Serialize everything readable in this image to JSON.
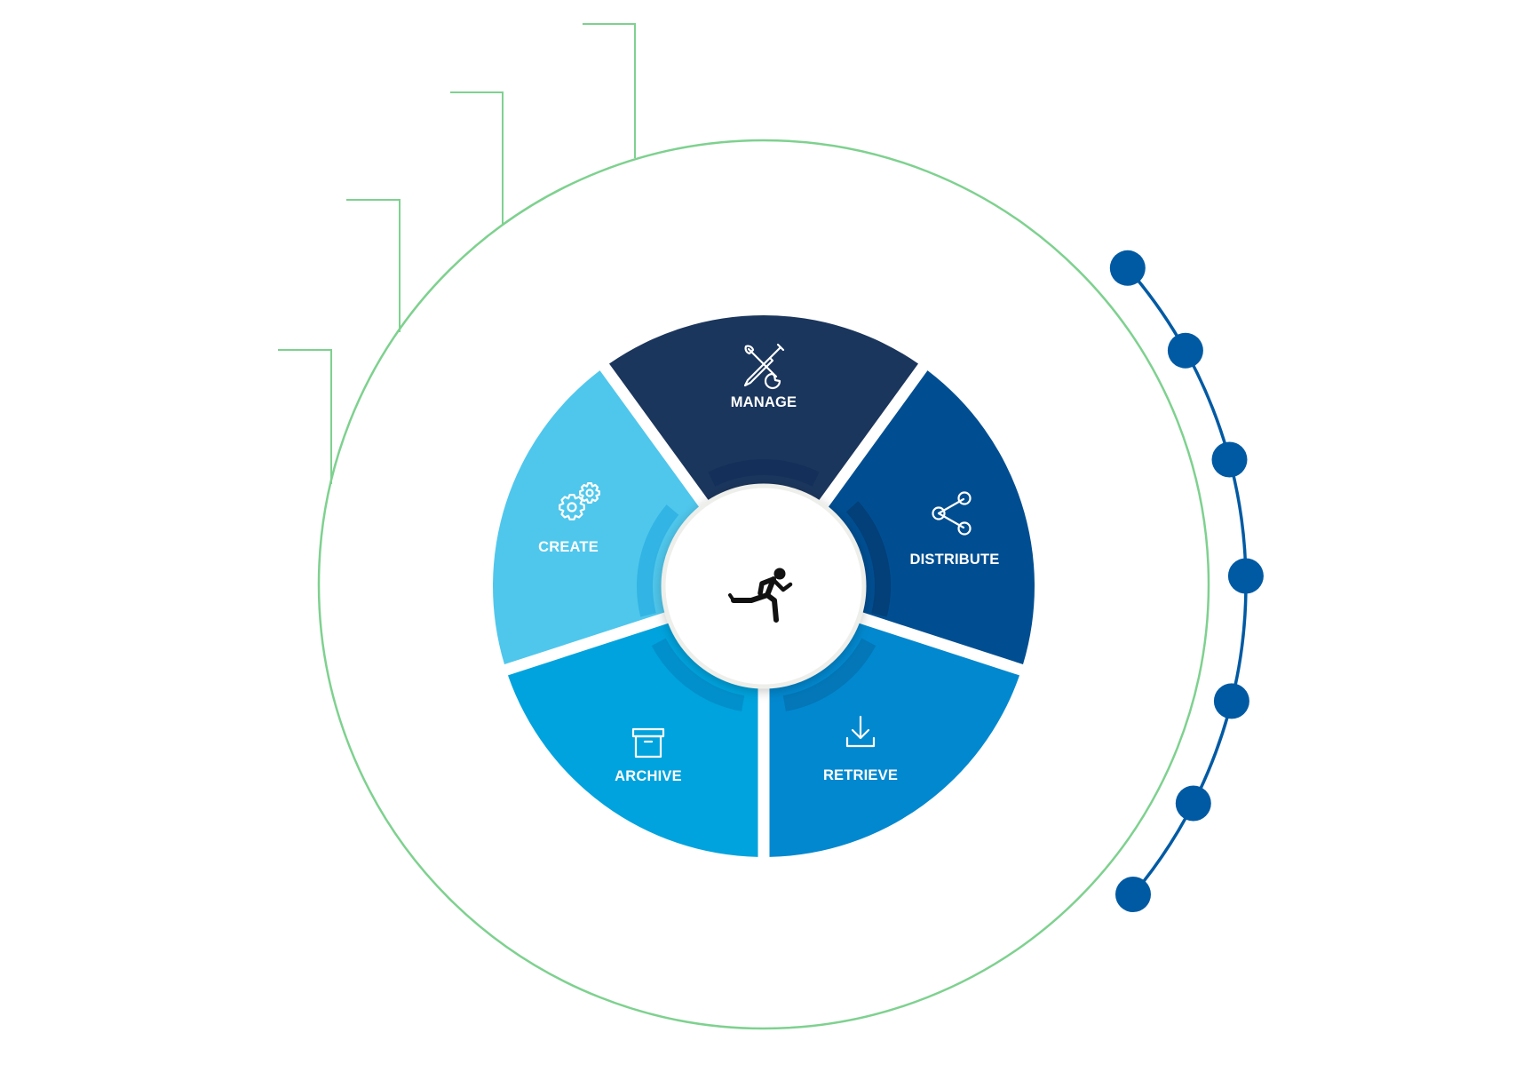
{
  "segments": [
    {
      "id": "manage",
      "label": "MANAGE",
      "icon": "tools-icon",
      "color": "#1b365d"
    },
    {
      "id": "distribute",
      "label": "DISTRIBUTE",
      "icon": "share-icon",
      "color": "#004e91"
    },
    {
      "id": "retrieve",
      "label": "RETRIEVE",
      "icon": "download-icon",
      "color": "#0288cf"
    },
    {
      "id": "archive",
      "label": "ARCHIVE",
      "icon": "archive-icon",
      "color": "#00a3dd"
    },
    {
      "id": "create",
      "label": "CREATE",
      "icon": "gears-icon",
      "color": "#4fc7ec"
    }
  ],
  "center": {
    "icon": "running-person-icon",
    "color": "#ffffff"
  },
  "outer_ring_color": "#7ed18f",
  "timeline_color": "#005aa3",
  "timeline_dot_count": 7
}
